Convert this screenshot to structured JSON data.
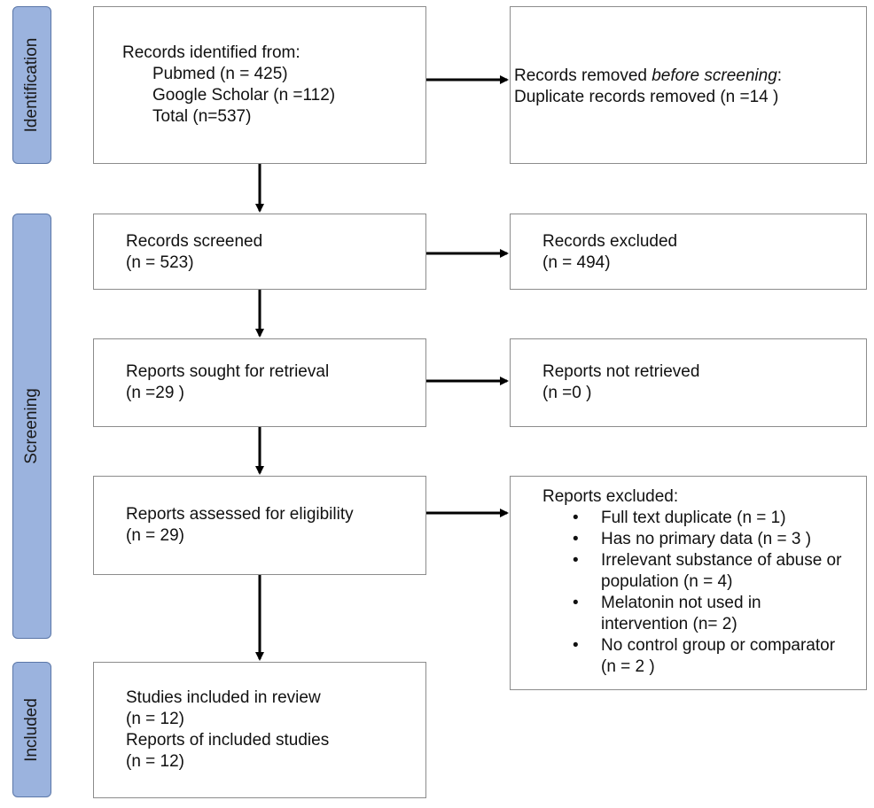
{
  "phases": {
    "identification": "Identification",
    "screening": "Screening",
    "included": "Included"
  },
  "identified": {
    "heading": "Records identified from:",
    "pubmed": "Pubmed (n = 425)",
    "scholar": "Google Scholar (n =112)",
    "total": "Total (n=537)"
  },
  "removed": {
    "prefix": "Records removed ",
    "emphasis": "before screening",
    "suffix": ":",
    "duplicates": "Duplicate records removed  (n =14 )"
  },
  "screened": {
    "label": "Records screened",
    "count": "(n = 523)"
  },
  "excluded": {
    "label": "Records excluded",
    "count": "(n = 494)"
  },
  "sought": {
    "label": "Reports sought for retrieval",
    "count": "(n =29 )"
  },
  "not_retrieved": {
    "label": "Reports not retrieved",
    "count": "(n =0 )"
  },
  "assessed": {
    "label": "Reports assessed for eligibility",
    "count": "(n = 29)"
  },
  "reports_excluded": {
    "heading": "Reports excluded:",
    "reasons": [
      {
        "line1": "Full text duplicate (n = 1)",
        "line2": ""
      },
      {
        "line1": "Has no primary data (n = 3 )",
        "line2": ""
      },
      {
        "line1": "Irrelevant substance of abuse or",
        "line2": "population (n = 4)"
      },
      {
        "line1": "Melatonin not used in",
        "line2": "intervention (n= 2)"
      },
      {
        "line1": "No control group or comparator",
        "line2": "(n = 2 )"
      }
    ]
  },
  "included": {
    "studies_label": "Studies included in review",
    "studies_count": "(n = 12)",
    "reports_label": "Reports of included studies",
    "reports_count": "(n = 12)"
  },
  "colors": {
    "phase_fill": "#9bb3de",
    "phase_border": "#5b77a8",
    "box_border": "#8c8c8c",
    "arrow": "#000000"
  }
}
